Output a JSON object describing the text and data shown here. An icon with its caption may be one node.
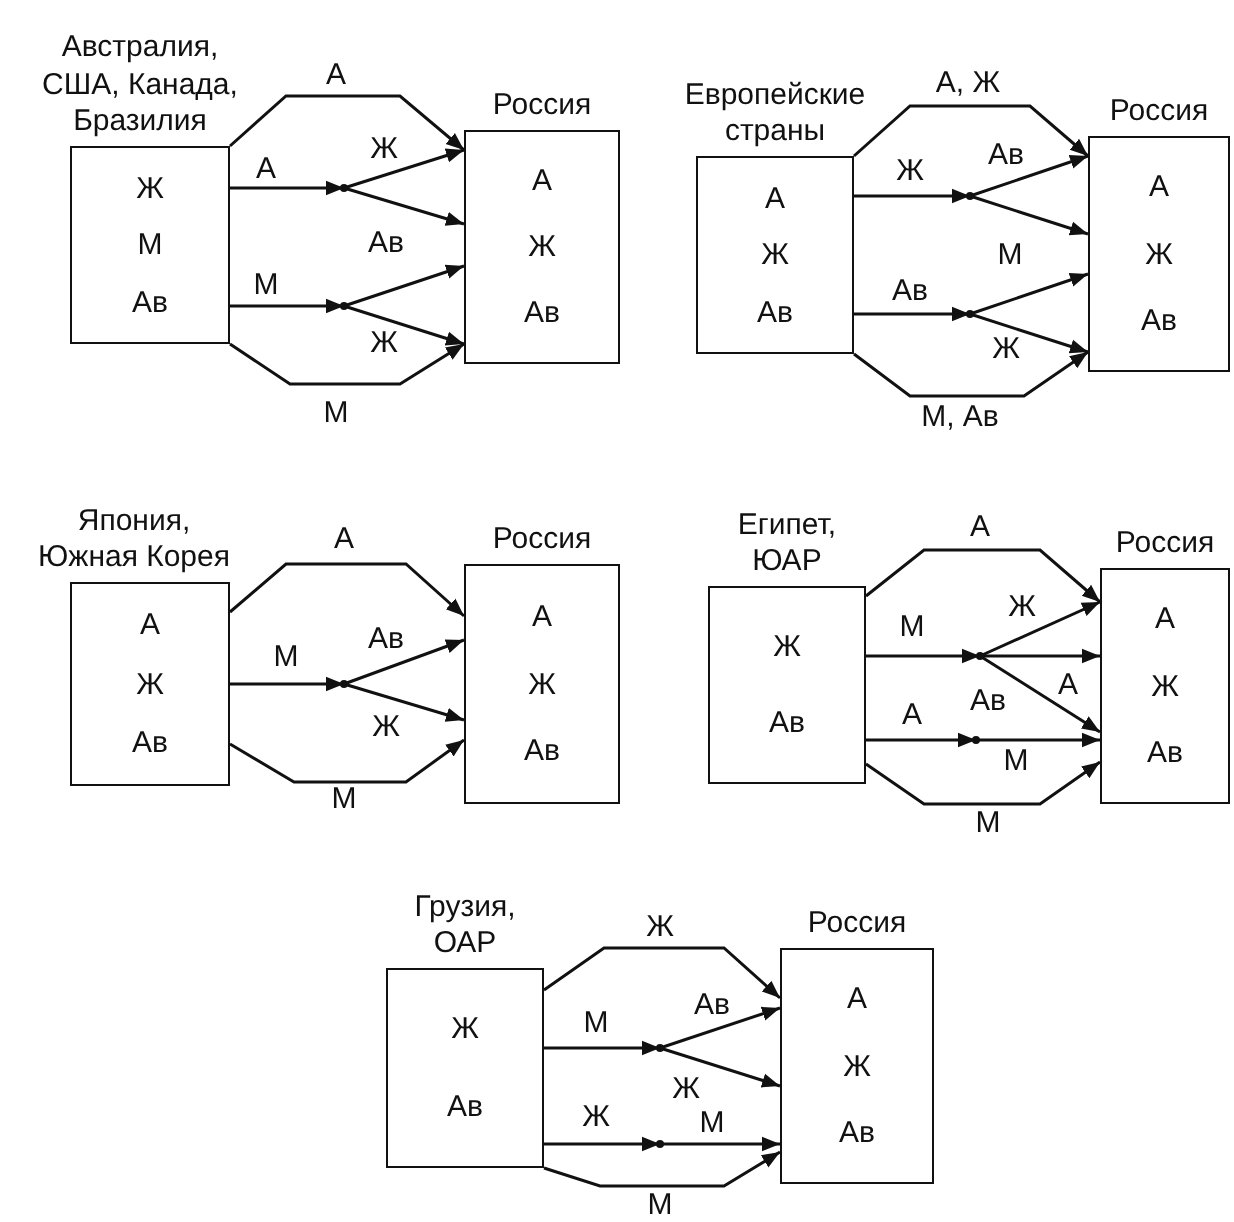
{
  "diagram": {
    "nodes": [
      {
        "text": [
          "Австралия, США, Канада, Бразилия",
          "Ж",
          "М",
          "Ав"
        ]
      },
      {
        "text": [
          "Россия",
          "А",
          "Ж",
          "Ав"
        ]
      },
      {
        "text": [],
        "shape": "dot"
      },
      {
        "text": [],
        "shape": "dot"
      },
      {
        "text": [
          "Европейские страны",
          "А",
          "Ж",
          "Ав"
        ]
      },
      {
        "text": [
          "Россия",
          "А",
          "Ж",
          "Ав"
        ]
      },
      {
        "text": [],
        "shape": "dot"
      },
      {
        "text": [],
        "shape": "dot"
      },
      {
        "text": [
          "Япония, Южная Корея",
          "А",
          "Ж",
          "Ав"
        ]
      },
      {
        "text": [
          "Россия",
          "А",
          "Ж",
          "Ав"
        ]
      },
      {
        "text": [],
        "shape": "dot"
      },
      {
        "text": [
          "Египет, ЮАР",
          "Ж",
          "Ав"
        ]
      },
      {
        "text": [
          "Россия",
          "А",
          "Ж",
          "Ав"
        ]
      },
      {
        "text": [],
        "shape": "dot"
      },
      {
        "text": [],
        "shape": "dot"
      },
      {
        "text": [
          "Грузия, ОАР",
          "Ж",
          "Ав"
        ]
      },
      {
        "text": [
          "Россия",
          "А",
          "Ж",
          "Ав"
        ]
      },
      {
        "text": [],
        "shape": "dot"
      },
      {
        "text": [],
        "shape": "dot"
      }
    ],
    "edges": [
      {
        "from": 0,
        "to": 1,
        "arrow": "to",
        "label": "А"
      },
      {
        "from": 0,
        "to": 2,
        "arrow": "to",
        "label": "А"
      },
      {
        "from": 2,
        "to": 1,
        "arrow": "to",
        "label": "Ж"
      },
      {
        "from": 2,
        "to": 1,
        "arrow": "to",
        "label": "Ав"
      },
      {
        "from": 0,
        "to": 3,
        "arrow": "to",
        "label": "М"
      },
      {
        "from": 3,
        "to": 1,
        "arrow": "to"
      },
      {
        "from": 3,
        "to": 1,
        "arrow": "to",
        "label": "Ж"
      },
      {
        "from": 0,
        "to": 1,
        "arrow": "to",
        "label": "М"
      },
      {
        "from": 4,
        "to": 5,
        "arrow": "to",
        "label": "А, Ж"
      },
      {
        "from": 4,
        "to": 6,
        "arrow": "to",
        "label": "Ж"
      },
      {
        "from": 6,
        "to": 5,
        "arrow": "to",
        "label": "Ав"
      },
      {
        "from": 6,
        "to": 5,
        "arrow": "to",
        "label": "М"
      },
      {
        "from": 4,
        "to": 7,
        "arrow": "to",
        "label": "Ав"
      },
      {
        "from": 7,
        "to": 5,
        "arrow": "to"
      },
      {
        "from": 7,
        "to": 5,
        "arrow": "to",
        "label": "Ж"
      },
      {
        "from": 4,
        "to": 5,
        "arrow": "to",
        "label": "М, Ав"
      },
      {
        "from": 8,
        "to": 9,
        "arrow": "to",
        "label": "А"
      },
      {
        "from": 8,
        "to": 10,
        "arrow": "to",
        "label": "М"
      },
      {
        "from": 10,
        "to": 9,
        "arrow": "to",
        "label": "Ав"
      },
      {
        "from": 10,
        "to": 9,
        "arrow": "to",
        "label": "Ж"
      },
      {
        "from": 8,
        "to": 9,
        "arrow": "to",
        "label": "М"
      },
      {
        "from": 11,
        "to": 12,
        "arrow": "to",
        "label": "А"
      },
      {
        "from": 11,
        "to": 13,
        "arrow": "to",
        "label": "М"
      },
      {
        "from": 13,
        "to": 12,
        "arrow": "to",
        "label": "Ж"
      },
      {
        "from": 13,
        "to": 12,
        "arrow": "to",
        "label": "А"
      },
      {
        "from": 13,
        "to": 12,
        "arrow": "to",
        "label": "Ав"
      },
      {
        "from": 11,
        "to": 14,
        "arrow": "to",
        "label": "А"
      },
      {
        "from": 14,
        "to": 12,
        "arrow": "to",
        "label": "М"
      },
      {
        "from": 11,
        "to": 12,
        "arrow": "to",
        "label": "М"
      },
      {
        "from": 15,
        "to": 16,
        "arrow": "to",
        "label": "Ж"
      },
      {
        "from": 15,
        "to": 17,
        "arrow": "to",
        "label": "М"
      },
      {
        "from": 17,
        "to": 16,
        "arrow": "to",
        "label": "Ав"
      },
      {
        "from": 17,
        "to": 16,
        "arrow": "to",
        "label": "Ж"
      },
      {
        "from": 15,
        "to": 18,
        "arrow": "to",
        "label": "Ж"
      },
      {
        "from": 18,
        "to": 16,
        "arrow": "to",
        "label": "М"
      },
      {
        "from": 15,
        "to": 16,
        "arrow": "to",
        "label": "М"
      }
    ]
  }
}
